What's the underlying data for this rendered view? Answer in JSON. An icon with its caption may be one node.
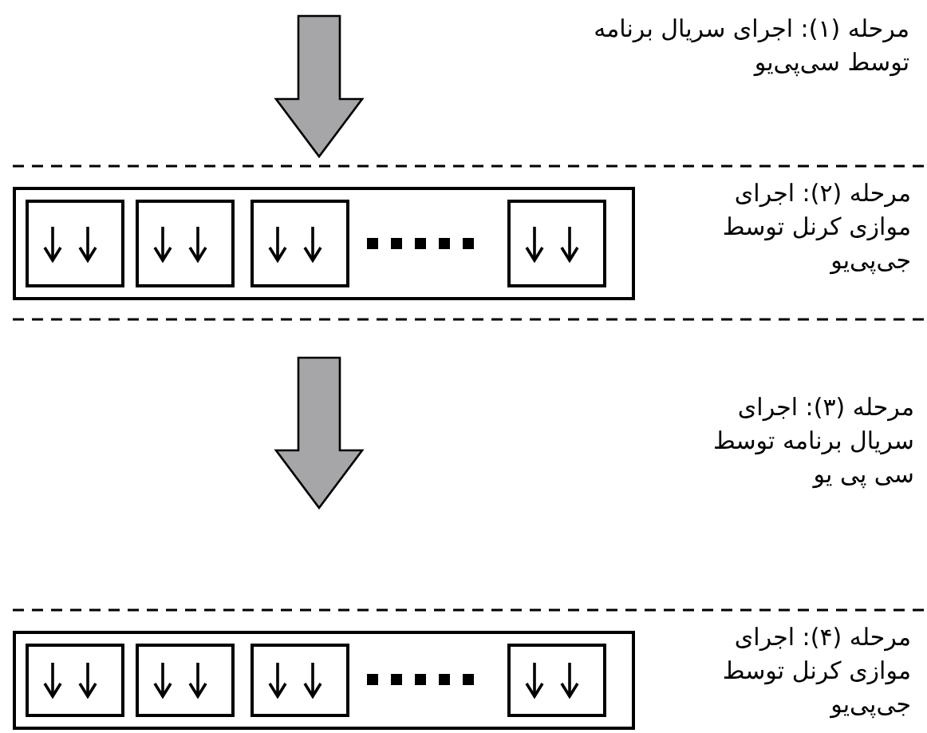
{
  "diagram": {
    "nodes": [
      {
        "text": [],
        "shape": "box",
        "beside": [
          "مرحله (۲): اجرای موازی کرنل توسط جی‌پی‌یو"
        ]
      },
      {
        "text": [],
        "shape": "box",
        "in": 0
      },
      {
        "text": [],
        "shape": "box",
        "in": 0
      },
      {
        "text": [],
        "shape": "box",
        "in": 0
      },
      {
        "text": [],
        "shape": "box",
        "in": 0
      },
      {
        "text": [],
        "shape": "box",
        "beside": [
          "مرحله (۴): اجرای موازی کرنل توسط جی‌پی‌یو"
        ]
      },
      {
        "text": [],
        "shape": "box",
        "in": 5
      },
      {
        "text": [],
        "shape": "box",
        "in": 5
      },
      {
        "text": [],
        "shape": "box",
        "in": 5
      },
      {
        "text": [],
        "shape": "box",
        "in": 5
      }
    ],
    "edges": [
      {
        "from": null,
        "to": 0,
        "arrow": "to"
      },
      {
        "from": 0,
        "to": 5,
        "arrow": "to"
      }
    ],
    "labels": [
      "مرحله (۱): اجرای سریال برنامه توسط سی‌پی‌یو",
      "مرحله (۳): اجرای سریال برنامه توسط سی پی یو"
    ]
  }
}
